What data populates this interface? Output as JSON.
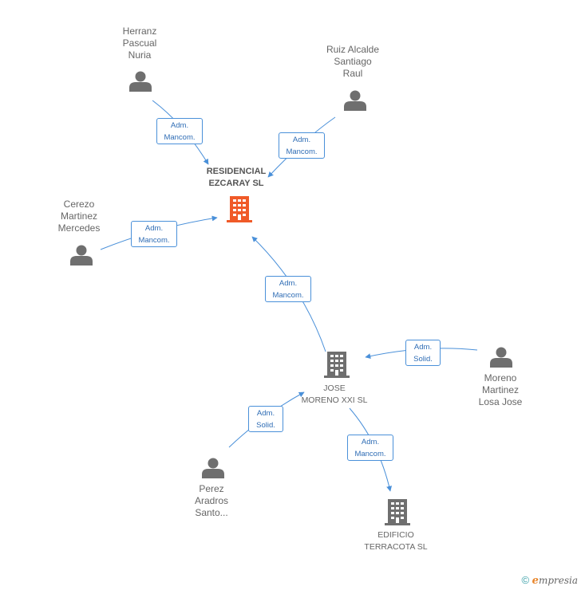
{
  "nodes": {
    "herranz": [
      "Herranz",
      "Pascual",
      "Nuria"
    ],
    "ruiz": [
      "Ruiz Alcalde",
      "Santiago",
      "Raul"
    ],
    "cerezo": [
      "Cerezo",
      "Martinez",
      "Mercedes"
    ],
    "main_company": [
      "RESIDENCIAL",
      "EZCARAY SL"
    ],
    "jose_moreno": [
      "JOSE",
      "MORENO XXI SL"
    ],
    "moreno": [
      "Moreno",
      "Martinez",
      "Losa Jose"
    ],
    "perez": [
      "Perez",
      "Aradros",
      "Santo..."
    ],
    "edificio": [
      "EDIFICIO",
      "TERRACOTA SL"
    ]
  },
  "edges": {
    "herranz_main": [
      "Adm.",
      "Mancom."
    ],
    "ruiz_main": [
      "Adm.",
      "Mancom."
    ],
    "cerezo_main": [
      "Adm.",
      "Mancom."
    ],
    "jose_main": [
      "Adm.",
      "Mancom."
    ],
    "moreno_jose": [
      "Adm.",
      "Solid."
    ],
    "perez_jose": [
      "Adm.",
      "Solid."
    ],
    "jose_edificio": [
      "Adm.",
      "Mancom."
    ]
  },
  "colors": {
    "edge": "#4a90d9",
    "person_icon": "#6f6f6f",
    "company_icon": "#6f6f6f",
    "main_company_icon": "#f05a28"
  },
  "footer": {
    "copyright": "©",
    "brand_initial": "e",
    "brand_rest": "mpresia"
  }
}
